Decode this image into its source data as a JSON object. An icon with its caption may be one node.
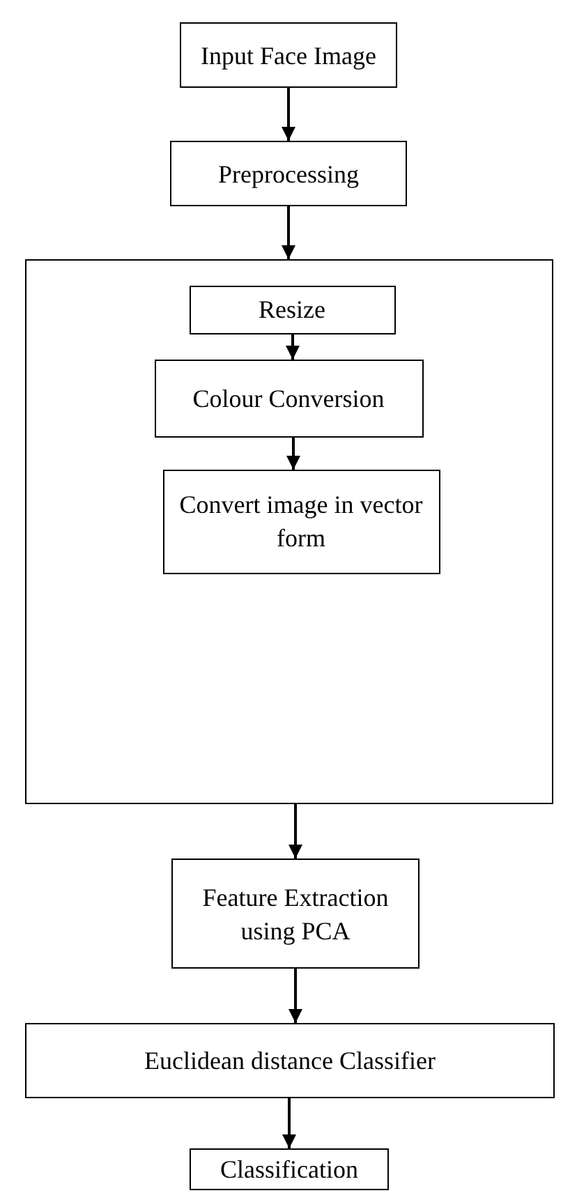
{
  "diagram": {
    "nodes": [
      {
        "text": [
          "Input Face Image"
        ]
      },
      {
        "text": [
          "Preprocessing"
        ]
      },
      {
        "text": [],
        "shape": "box"
      },
      {
        "text": [
          "Resize"
        ],
        "in": 2
      },
      {
        "text": [
          "Colour Conversion"
        ],
        "in": 2
      },
      {
        "text": [
          "Convert image in vector form"
        ],
        "in": 2
      },
      {
        "text": [
          "Feature Extraction using PCA"
        ]
      },
      {
        "text": [
          "Euclidean distance Classifier"
        ]
      },
      {
        "text": [
          "Classification"
        ]
      }
    ],
    "edges": [
      {
        "from": 0,
        "to": 1,
        "arrow": "to"
      },
      {
        "from": 1,
        "to": 2,
        "arrow": "to"
      },
      {
        "from": 3,
        "to": 4,
        "arrow": "to"
      },
      {
        "from": 4,
        "to": 5,
        "arrow": "to"
      },
      {
        "from": 2,
        "to": 6,
        "arrow": "to"
      },
      {
        "from": 6,
        "to": 7,
        "arrow": "to"
      },
      {
        "from": 7,
        "to": 8,
        "arrow": "to"
      }
    ]
  }
}
